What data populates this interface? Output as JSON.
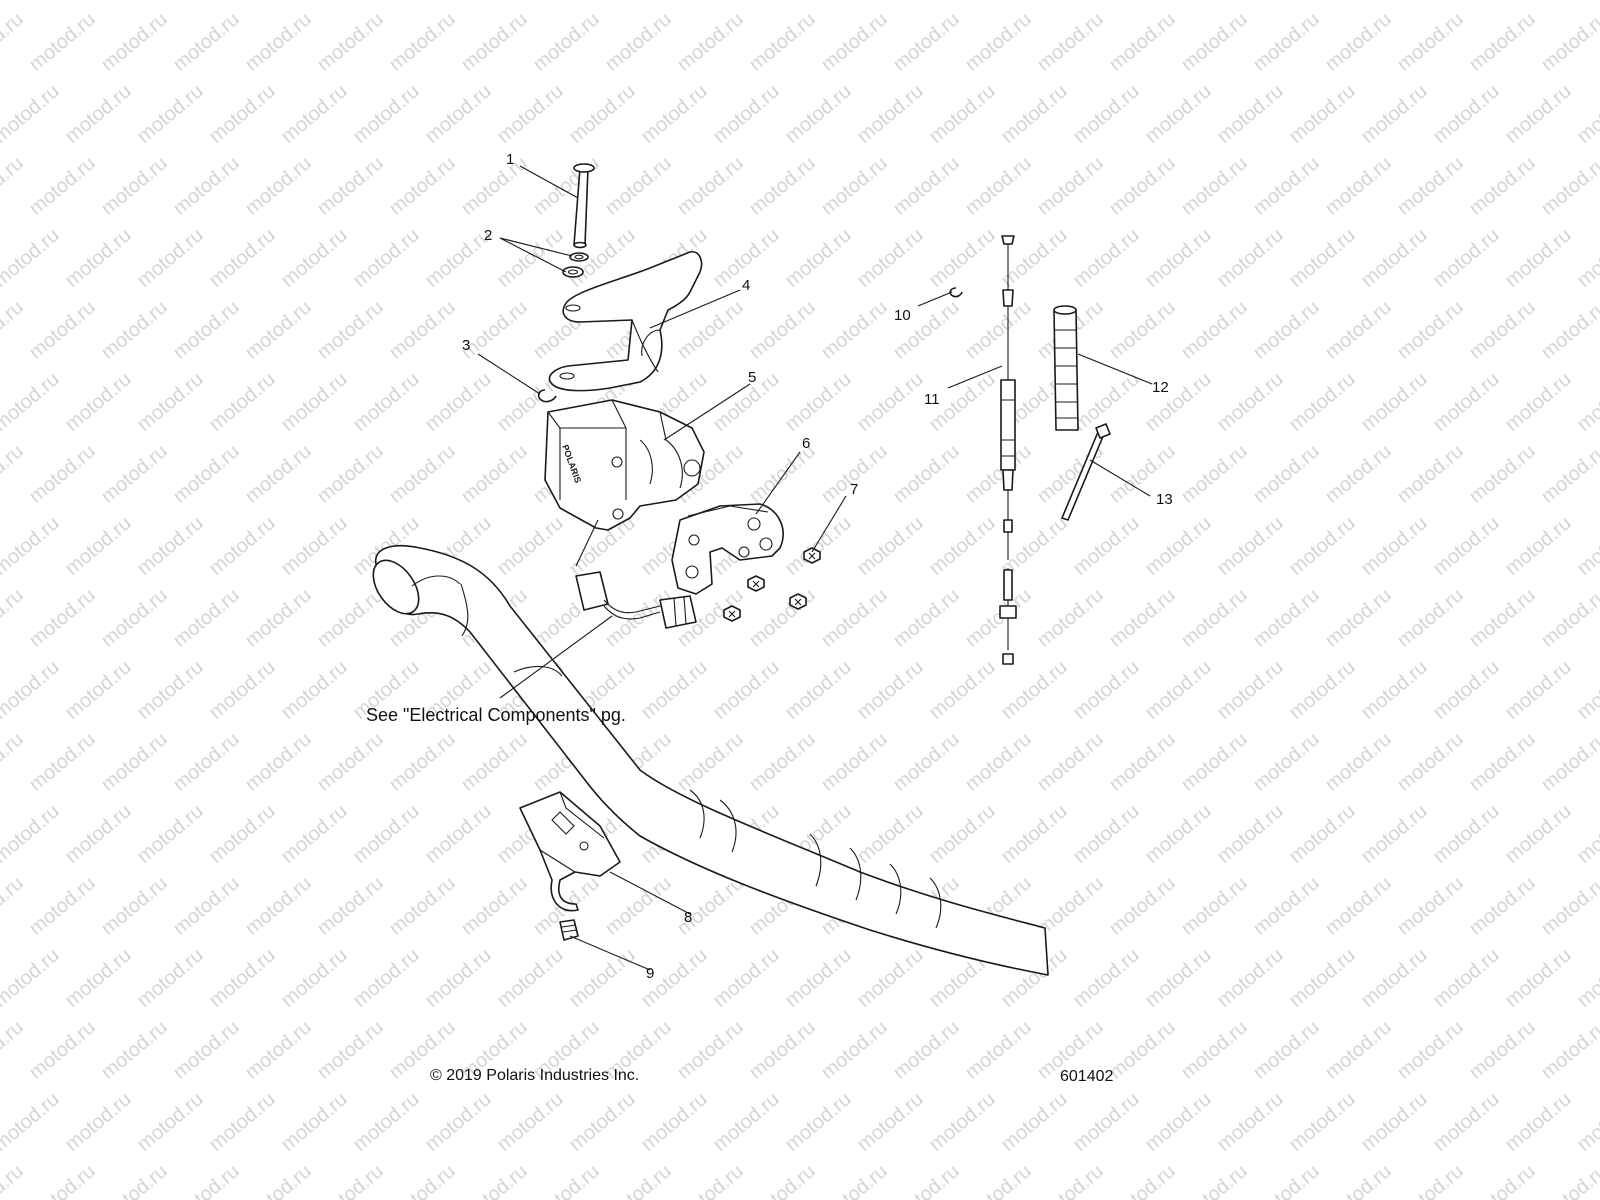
{
  "watermark": "motod.ru",
  "callouts": [
    "1",
    "2",
    "3",
    "4",
    "5",
    "6",
    "7",
    "8",
    "9",
    "10",
    "11",
    "12",
    "13"
  ],
  "note": "See \"Electrical Components\" pg.",
  "copyright": "© 2019 Polaris Industries Inc.",
  "diagram_number": "601402",
  "brand_mark": "POLARIS",
  "colors": {
    "line": "#1a1a1a",
    "watermark": "#d4d4d4",
    "background": "#ffffff"
  }
}
